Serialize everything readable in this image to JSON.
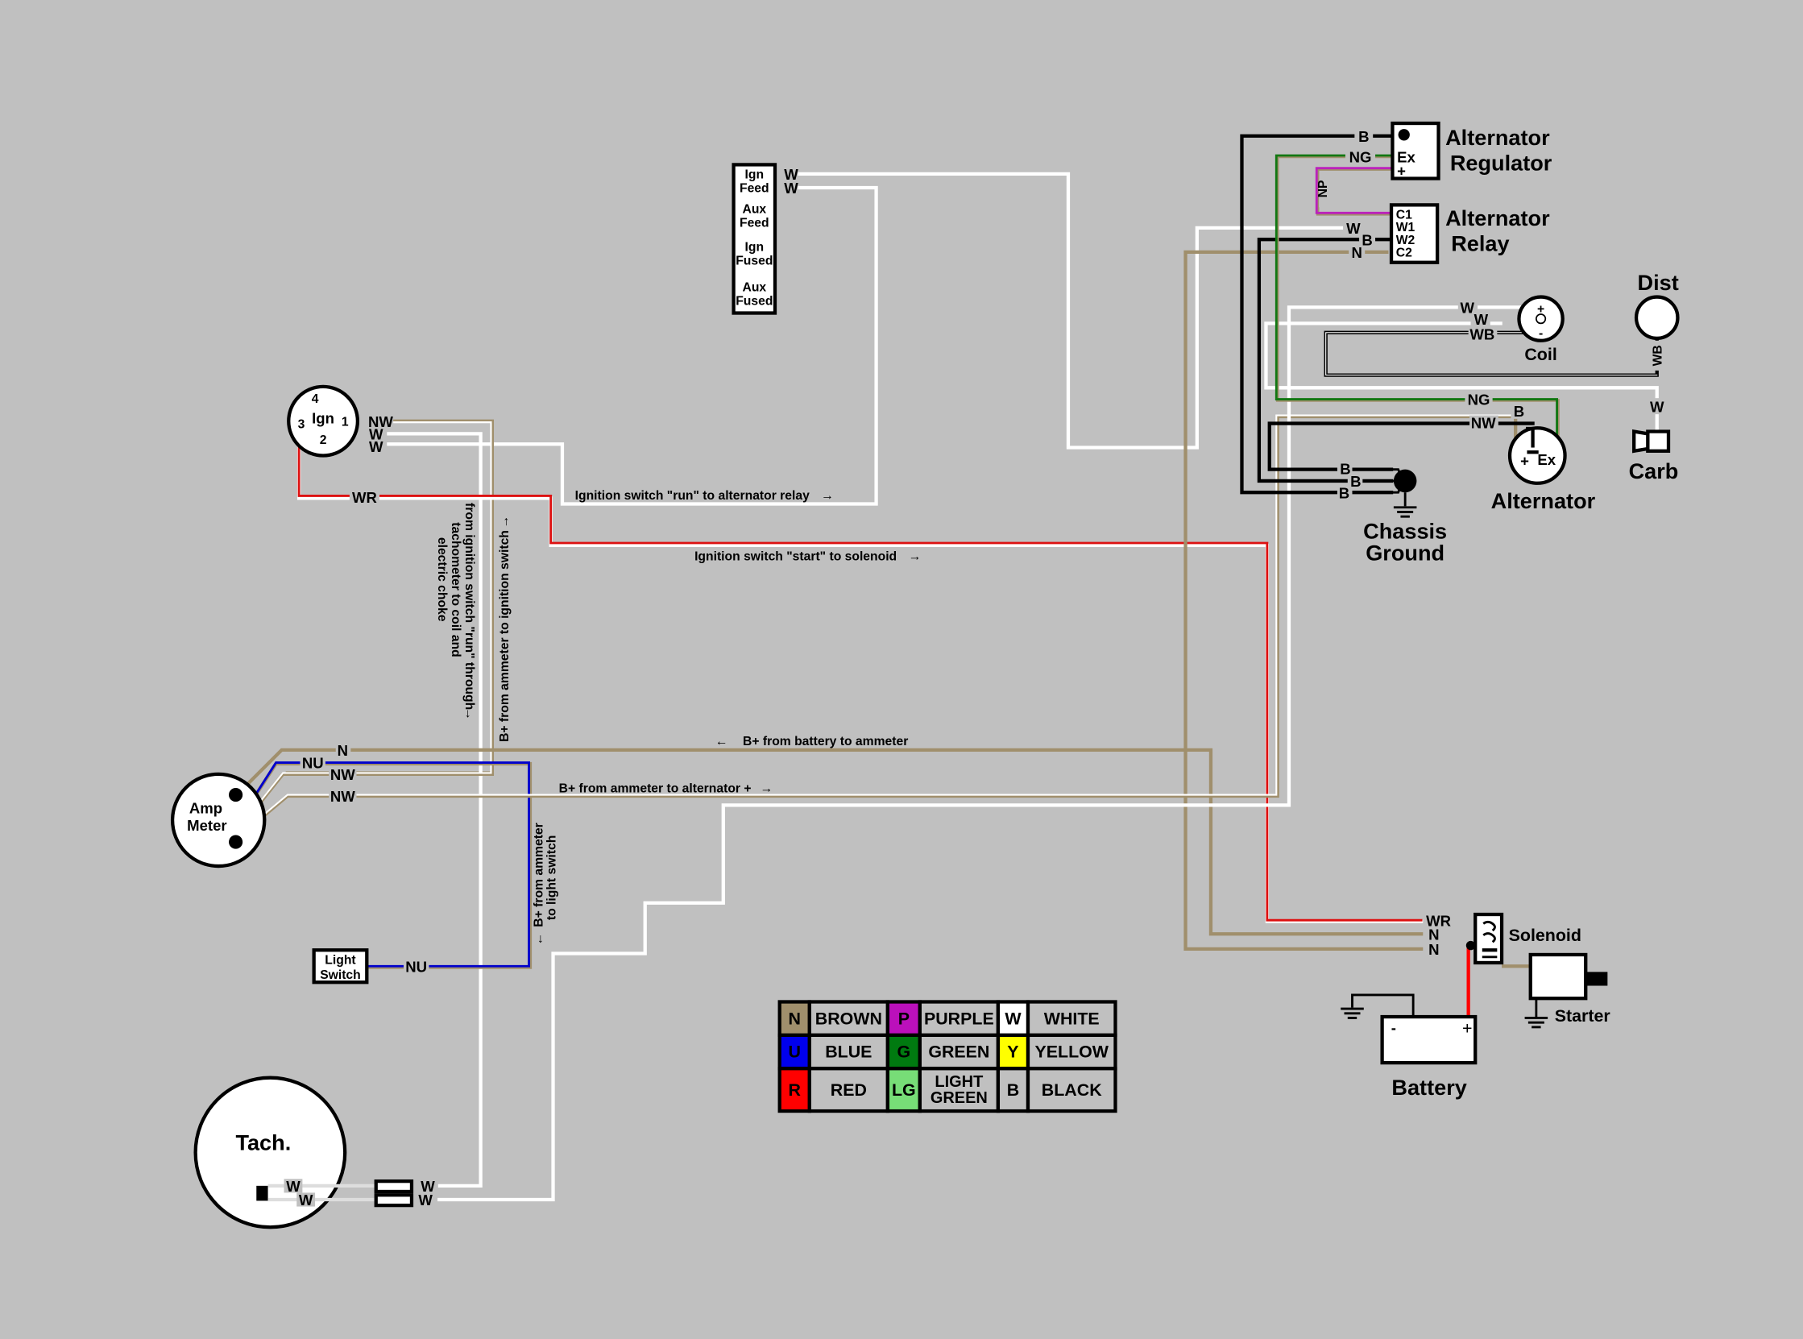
{
  "diagram": {
    "components": {
      "alt_regulator": {
        "title_line1": "Alternator",
        "title_line2": "Regulator",
        "terminals": [
          "B",
          "Ex",
          "+"
        ]
      },
      "alt_relay": {
        "title_line1": "Alternator",
        "title_line2": "Relay",
        "terminals": [
          "C1",
          "W1",
          "W2",
          "C2"
        ]
      },
      "fuse_box": {
        "rows": [
          "Ign",
          "Feed",
          "Aux",
          "Feed",
          "Ign",
          "Fused",
          "Aux",
          "Fused"
        ]
      },
      "ignition_switch": {
        "title": "Ign",
        "terminals": [
          "4",
          "1",
          "3",
          "2"
        ]
      },
      "coil": {
        "title": "Coil",
        "terminals": [
          "+",
          "-"
        ]
      },
      "distributor": {
        "title": "Dist"
      },
      "carb": {
        "title": "Carb"
      },
      "alternator": {
        "title": "Alternator",
        "terminals": [
          "-",
          "+",
          "Ex"
        ]
      },
      "chassis_ground": {
        "title_line1": "Chassis",
        "title_line2": "Ground"
      },
      "amp_meter": {
        "title_line1": "Amp",
        "title_line2": "Meter"
      },
      "light_switch": {
        "title_line1": "Light",
        "title_line2": "Switch"
      },
      "tach": {
        "title": "Tach."
      },
      "solenoid": {
        "title": "Solenoid"
      },
      "starter": {
        "title": "Starter"
      },
      "battery": {
        "title": "Battery",
        "neg": "-",
        "pos": "+"
      }
    },
    "wire_labels": {
      "reg_b": "B",
      "reg_ng": "NG",
      "np": "NP",
      "relay_w": "W",
      "relay_b": "B",
      "relay_n": "N",
      "fuse_w1": "W",
      "fuse_w2": "W",
      "ign_nw": "NW",
      "ign_w1": "W",
      "ign_w2": "W",
      "ign_wr": "WR",
      "coil_w1": "W",
      "coil_w2": "W",
      "coil_wb": "WB",
      "dist_wb": "WB",
      "carb_w": "W",
      "alt_ng": "NG",
      "alt_b": "B",
      "alt_nw": "NW",
      "gnd_b1": "B",
      "gnd_b2": "B",
      "gnd_b3": "B",
      "amp_n": "N",
      "amp_nu": "NU",
      "amp_nw1": "NW",
      "amp_nw2": "NW",
      "ls_nu": "NU",
      "tach_w1": "W",
      "tach_w2": "W",
      "conn_w1": "W",
      "conn_w2": "W",
      "sol_wr": "WR",
      "sol_n1": "N",
      "sol_n2": "N"
    },
    "notes": {
      "run_to_relay": "Ignition switch \"run\" to alternator relay",
      "start_to_solenoid": "Ignition switch \"start\" to solenoid",
      "batt_to_ammeter": "B+ from battery to ammeter",
      "ammeter_to_alt": "B+ from ammeter to alternator +",
      "run_through_tach_1": "from ignition switch \"run\" through",
      "run_through_tach_2": "tachometer to coil and",
      "run_through_tach_3": "electric choke",
      "ammeter_to_ign": "B+ from ammeter to ignition switch",
      "ammeter_to_light_1": "B+ from ammeter",
      "ammeter_to_light_2": "to light switch"
    },
    "legend": [
      {
        "code": "N",
        "name": "BROWN",
        "color": "#a08f6c"
      },
      {
        "code": "P",
        "name": "PURPLE",
        "color": "#bb10bb"
      },
      {
        "code": "W",
        "name": "WHITE",
        "color": "#ffffff"
      },
      {
        "code": "U",
        "name": "BLUE",
        "color": "#0000ee"
      },
      {
        "code": "G",
        "name": "GREEN",
        "color": "#007a10"
      },
      {
        "code": "Y",
        "name": "YELLOW",
        "color": "#ffff00"
      },
      {
        "code": "R",
        "name": "RED",
        "color": "#ff0000"
      },
      {
        "code": "LG",
        "name_line1": "LIGHT",
        "name_line2": "GREEN",
        "color": "#77dd77"
      },
      {
        "code": "B",
        "name": "BLACK",
        "color": "#c0c0c0"
      }
    ],
    "arrows": {
      "right": "→",
      "left": "←",
      "up": "↑",
      "down": "↓"
    }
  }
}
